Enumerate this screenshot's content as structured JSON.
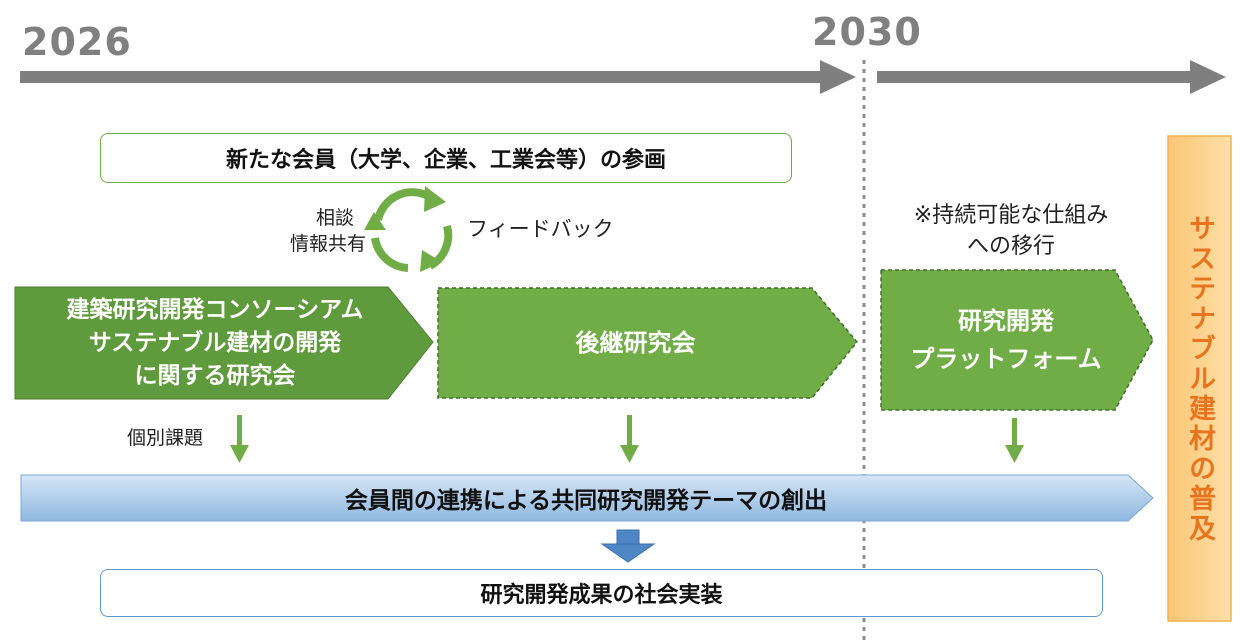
{
  "timeline": {
    "start_year": "2026",
    "mid_year": "2030"
  },
  "top_box": {
    "label": "新たな会員（大学、企業、工業会等）の参画"
  },
  "cycle": {
    "left_label_line1": "相談",
    "left_label_line2": "情報共有",
    "right_label": "フィードバック"
  },
  "note": {
    "line1": "※持続可能な仕組み",
    "line2": "への移行"
  },
  "stage1": {
    "line1": "建築研究開発コンソーシアム",
    "line2": "サステナブル建材の開発",
    "line3": "に関する研究会"
  },
  "stage2": {
    "label": "後継研究会"
  },
  "stage3": {
    "line1": "研究開発",
    "line2": "プラットフォーム"
  },
  "arrow_label": "個別課題",
  "blue_bar": {
    "label": "会員間の連携による共同研究開発テーマの創出"
  },
  "bottom_box": {
    "label": "研究開発成果の社会実装"
  },
  "side_banner": {
    "label": "サステナブル建材の普及"
  },
  "colors": {
    "green_dark": "#5f9a3c",
    "green": "#70ad47",
    "gray": "#808080",
    "blue_bar": "#9dc3e6",
    "orange_fill": "#fcd28a",
    "orange_text": "#e8741f"
  }
}
